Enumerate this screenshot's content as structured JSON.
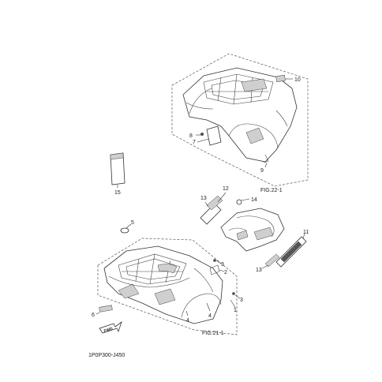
{
  "callouts": {
    "c1": "1",
    "c2": "2",
    "c3a": "3",
    "c3b": "3",
    "c4a": "4",
    "c4b": "4",
    "c5": "5",
    "c6": "6",
    "c7": "7",
    "c8": "8",
    "c9": "9",
    "c10": "10",
    "c11": "11",
    "c12": "12",
    "c13a": "13",
    "c13b": "13",
    "c14": "14",
    "c15": "15"
  },
  "references": {
    "rear_fig": "FIG.22-1",
    "front_fig": "FIG.21-1"
  },
  "fwd_label": "FWD",
  "catalog_code": "1P0P300-J450"
}
